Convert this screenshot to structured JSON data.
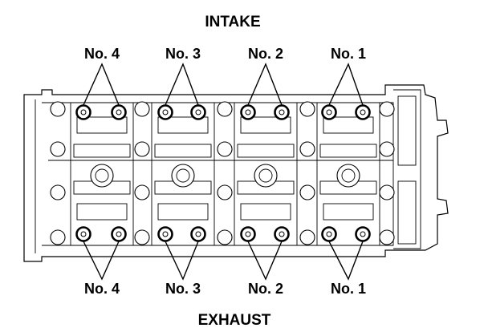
{
  "diagram": {
    "top_heading": "INTAKE",
    "bottom_heading": "EXHAUST",
    "intake_labels": [
      "No. 4",
      "No. 3",
      "No. 2",
      "No. 1"
    ],
    "exhaust_labels": [
      "No. 4",
      "No. 3",
      "No. 2",
      "No. 1"
    ]
  }
}
